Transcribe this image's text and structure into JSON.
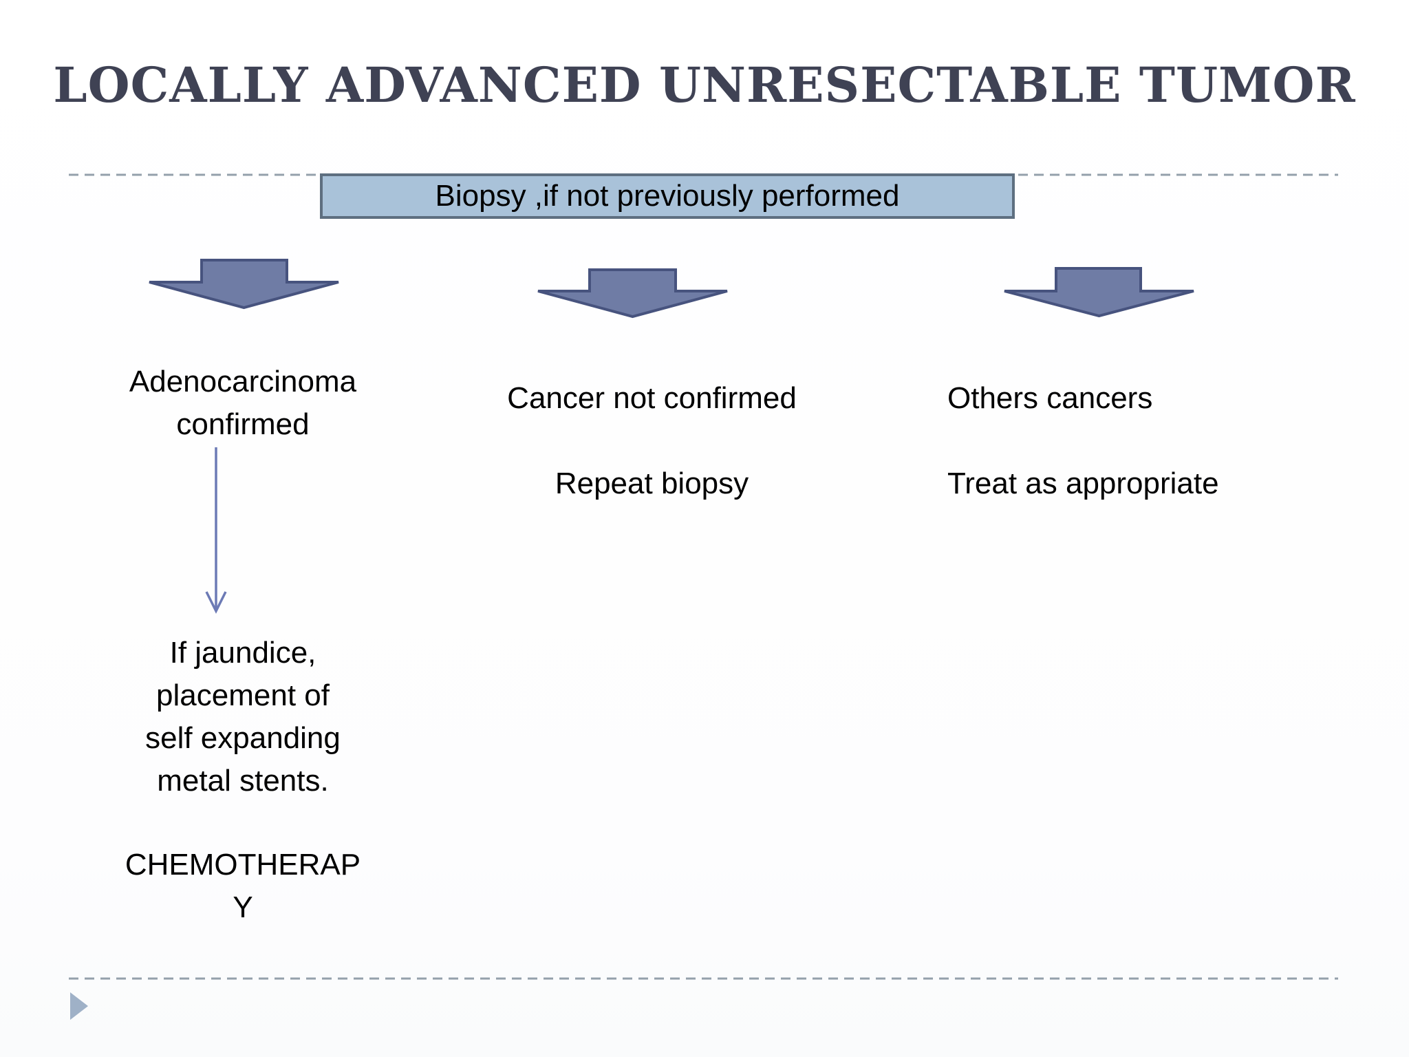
{
  "slide": {
    "title": "LOCALLY ADVANCED UNRESECTABLE TUMOR",
    "biopsy_box_label": "Biopsy ,if not previously performed",
    "branches": {
      "adenocarcinoma": {
        "result_lines": [
          "Adenocarcinoma",
          "confirmed"
        ],
        "note_lines": [
          "If jaundice,",
          "placement of",
          "self expanding",
          "metal stents."
        ],
        "treatment_lines": [
          "CHEMOTHERAP",
          "Y"
        ]
      },
      "not_confirmed": {
        "result": "Cancer not confirmed",
        "action": "Repeat biopsy"
      },
      "other_cancers": {
        "result": "Others cancers",
        "action": "Treat as appropriate"
      }
    }
  },
  "icons": {
    "branch_arrows": "block-down-arrow",
    "connector": "thin-down-arrow",
    "footer_marker": "right-pointing-triangle"
  },
  "colors": {
    "title": "#3F4254",
    "box-fill": "#A9C2D9",
    "box-border": "#5E6F80",
    "arrow-fill": "#6F7CA5",
    "arrow-stroke": "#47537E",
    "connector": "#6C7AB5",
    "dash-line": "#94A0AB",
    "footer-triangle": "#9FB1C7",
    "body-text": "#000000"
  }
}
